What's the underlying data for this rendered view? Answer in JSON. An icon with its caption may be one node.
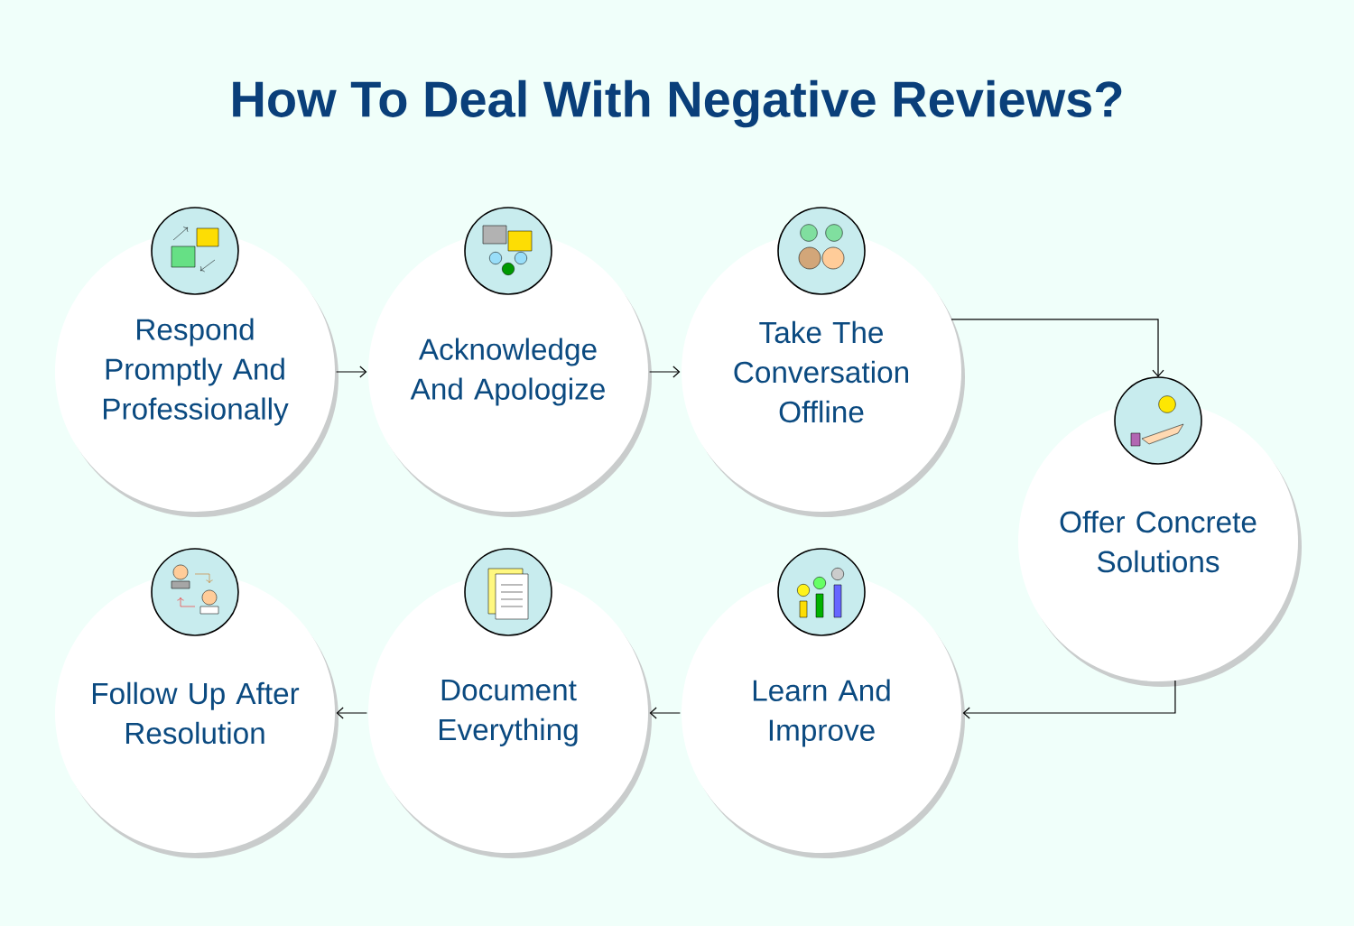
{
  "diagram": {
    "title": "How To Deal With Negative Reviews?",
    "nodes": [
      {
        "text": [
          "Respond Promptly And Professionally"
        ]
      },
      {
        "text": [
          "Acknowledge And Apologize"
        ]
      },
      {
        "text": [
          "Take The Conversation Offline"
        ]
      },
      {
        "text": [
          "Offer Concrete Solutions"
        ]
      },
      {
        "text": [
          "Learn And Improve"
        ]
      },
      {
        "text": [
          "Document Everything"
        ]
      },
      {
        "text": [
          "Follow Up After Resolution"
        ]
      }
    ],
    "edges": [
      {
        "from": 0,
        "to": 1,
        "arrow": "to"
      },
      {
        "from": 1,
        "to": 2,
        "arrow": "to"
      },
      {
        "from": 2,
        "to": 3,
        "arrow": "to"
      },
      {
        "from": 3,
        "to": 4,
        "arrow": "to"
      },
      {
        "from": 4,
        "to": 5,
        "arrow": "to"
      },
      {
        "from": 5,
        "to": 6,
        "arrow": "to"
      }
    ]
  }
}
